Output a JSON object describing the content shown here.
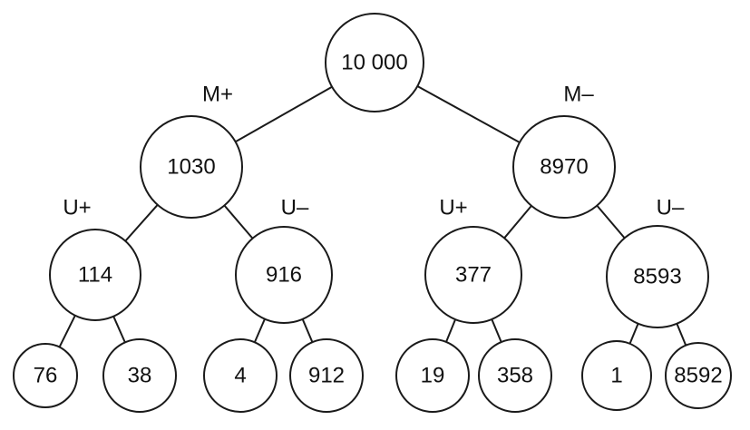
{
  "tree": {
    "nodes": [
      {
        "id": "n0",
        "label": "10 000"
      },
      {
        "id": "n1",
        "label": "1030"
      },
      {
        "id": "n2",
        "label": "8970"
      },
      {
        "id": "n3",
        "label": "114"
      },
      {
        "id": "n4",
        "label": "916"
      },
      {
        "id": "n5",
        "label": "377"
      },
      {
        "id": "n6",
        "label": "8593"
      },
      {
        "id": "n7",
        "label": "76"
      },
      {
        "id": "n8",
        "label": "38"
      },
      {
        "id": "n9",
        "label": "4"
      },
      {
        "id": "n10",
        "label": "912"
      },
      {
        "id": "n11",
        "label": "19"
      },
      {
        "id": "n12",
        "label": "358"
      },
      {
        "id": "n13",
        "label": "1"
      },
      {
        "id": "n14",
        "label": "8592"
      }
    ],
    "edges": [
      {
        "from": "n0",
        "to": "n1",
        "label": "M+"
      },
      {
        "from": "n0",
        "to": "n2",
        "label": "M–"
      },
      {
        "from": "n1",
        "to": "n3",
        "label": "U+"
      },
      {
        "from": "n1",
        "to": "n4",
        "label": "U–"
      },
      {
        "from": "n2",
        "to": "n5",
        "label": "U+"
      },
      {
        "from": "n2",
        "to": "n6",
        "label": "U–"
      },
      {
        "from": "n3",
        "to": "n7"
      },
      {
        "from": "n3",
        "to": "n8"
      },
      {
        "from": "n4",
        "to": "n9"
      },
      {
        "from": "n4",
        "to": "n10"
      },
      {
        "from": "n5",
        "to": "n11"
      },
      {
        "from": "n5",
        "to": "n12"
      },
      {
        "from": "n6",
        "to": "n13"
      },
      {
        "from": "n6",
        "to": "n14"
      }
    ]
  }
}
